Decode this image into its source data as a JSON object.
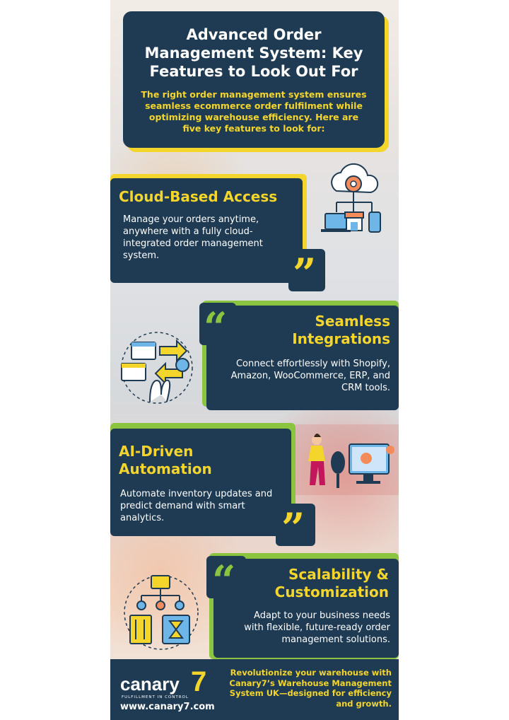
{
  "header": {
    "title": "Advanced Order Management System: Key Features to Look Out For",
    "subtitle": "The right order management system ensures seamless ecommerce order fulfilment while optimizing warehouse efficiency. Here are five key features to look for:"
  },
  "features": [
    {
      "title": "Cloud-Based Access",
      "text": "Manage your orders anytime, anywhere with a fully cloud-integrated order management system.",
      "icon": "cloud-network-icon"
    },
    {
      "title": "Seamless Integrations",
      "text": "Connect effortlessly with Shopify, Amazon, WooCommerce, ERP, and CRM tools.",
      "icon": "integration-arrows-icon"
    },
    {
      "title": "AI-Driven Automation",
      "text": "Automate inventory updates and predict demand with smart analytics.",
      "icon": "ai-assistant-icon"
    },
    {
      "title": "Scalability & Customization",
      "text": "Adapt to your business needs with flexible, future-ready order management solutions.",
      "icon": "scalability-icon"
    }
  ],
  "quotes": {
    "close": "”",
    "open": "“"
  },
  "footer": {
    "logo_word": "canary",
    "logo_seven": "7",
    "logo_tagline": "FULFILLMENT IN CONTROL",
    "website": "www.canary7.com",
    "cta": "Revolutionize your warehouse with Canary7’s Warehouse Management System UK—designed for efficiency and growth."
  },
  "colors": {
    "navy": "#1f3b53",
    "yellow": "#f4d52b",
    "green": "#8bc53f"
  }
}
